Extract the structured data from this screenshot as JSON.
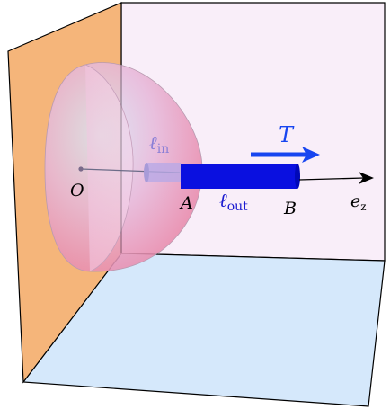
{
  "labels": {
    "origin": "O",
    "point_a": "A",
    "point_b": "B",
    "torque": "T",
    "axis": "e",
    "axis_sub": "z",
    "l_in": "ℓ",
    "l_in_sub": "in",
    "l_out": "ℓ",
    "l_out_sub": "out"
  },
  "colors": {
    "left_wall": "#f5b57a",
    "back_wall": "#f9eef9",
    "floor": "#d5e8fb",
    "rod_out": "#0a10e0",
    "rod_in": "#b8a9e6",
    "torque_arrow": "#1745f0",
    "label_in": "#8a7fd6",
    "label_out": "#1a1ad0",
    "outline": "#000000"
  }
}
